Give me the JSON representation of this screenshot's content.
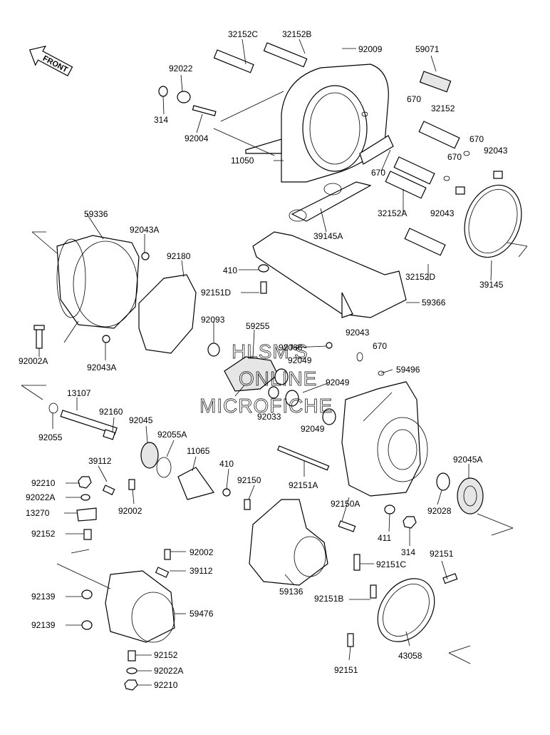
{
  "front_label": "FRONT",
  "watermark": [
    "HLSM'S",
    "ONLINE",
    "MICROFICHE"
  ],
  "callouts": [
    "32152C",
    "32152B",
    "92009",
    "59071",
    "92022",
    "314",
    "92004",
    "670",
    "32152",
    "670",
    "92043",
    "670",
    "11050",
    "670",
    "92043",
    "32152A",
    "39145A",
    "59336",
    "92043A",
    "92180",
    "410",
    "92151D",
    "32152D",
    "39145",
    "59366",
    "92093",
    "59255",
    "92066",
    "92043",
    "670",
    "92049",
    "59496",
    "92049",
    "92002A",
    "92043A",
    "13107",
    "92160",
    "92033",
    "92049",
    "92055",
    "92045",
    "92055A",
    "11065",
    "39112",
    "410",
    "92045A",
    "92210",
    "92150",
    "92022A",
    "92002",
    "92151A",
    "92150A",
    "13270",
    "411",
    "92028",
    "92152",
    "92002",
    "314",
    "92151",
    "39112",
    "92151C",
    "59136",
    "92139",
    "92151B",
    "59476",
    "92139",
    "43058",
    "92152",
    "92022A",
    "92151",
    "92210"
  ]
}
